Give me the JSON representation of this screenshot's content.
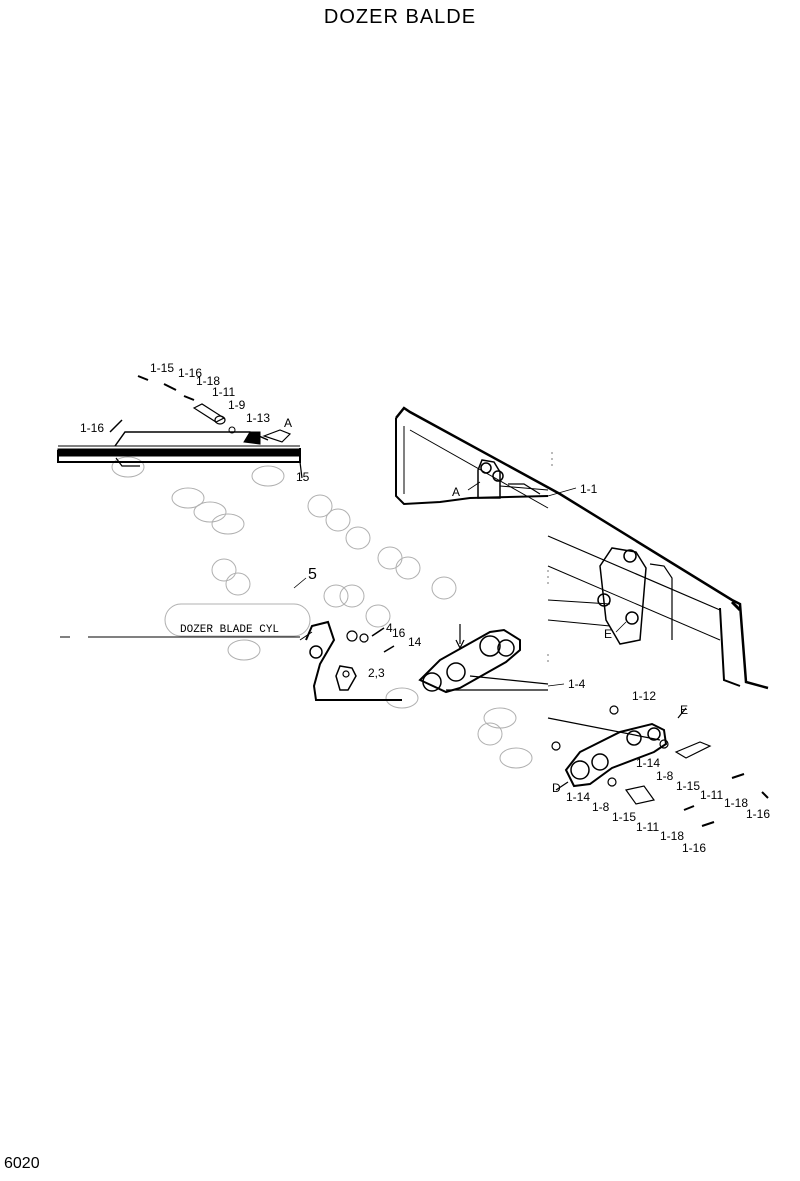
{
  "title": "DOZER  BALDE",
  "page_number": "6020",
  "cylinder_label": "DOZER BLADE CYL",
  "item_5": "5",
  "callouts_top_left": [
    "1-15",
    "1-16",
    "1-18",
    "1-11",
    "1-9",
    "1-13",
    "A",
    "1-16",
    "15"
  ],
  "callouts_blade": [
    "A",
    "1-1",
    "E"
  ],
  "callouts_mid": [
    "4",
    "16",
    "14",
    "2,3",
    "1-4"
  ],
  "callouts_bottom_right": [
    "1-12",
    "E",
    "1-14",
    "1-8",
    "1-15",
    "1-11",
    "1-18",
    "1-16",
    "D",
    "1-14",
    "1-8",
    "1-15",
    "1-11",
    "1-18",
    "1-16"
  ]
}
